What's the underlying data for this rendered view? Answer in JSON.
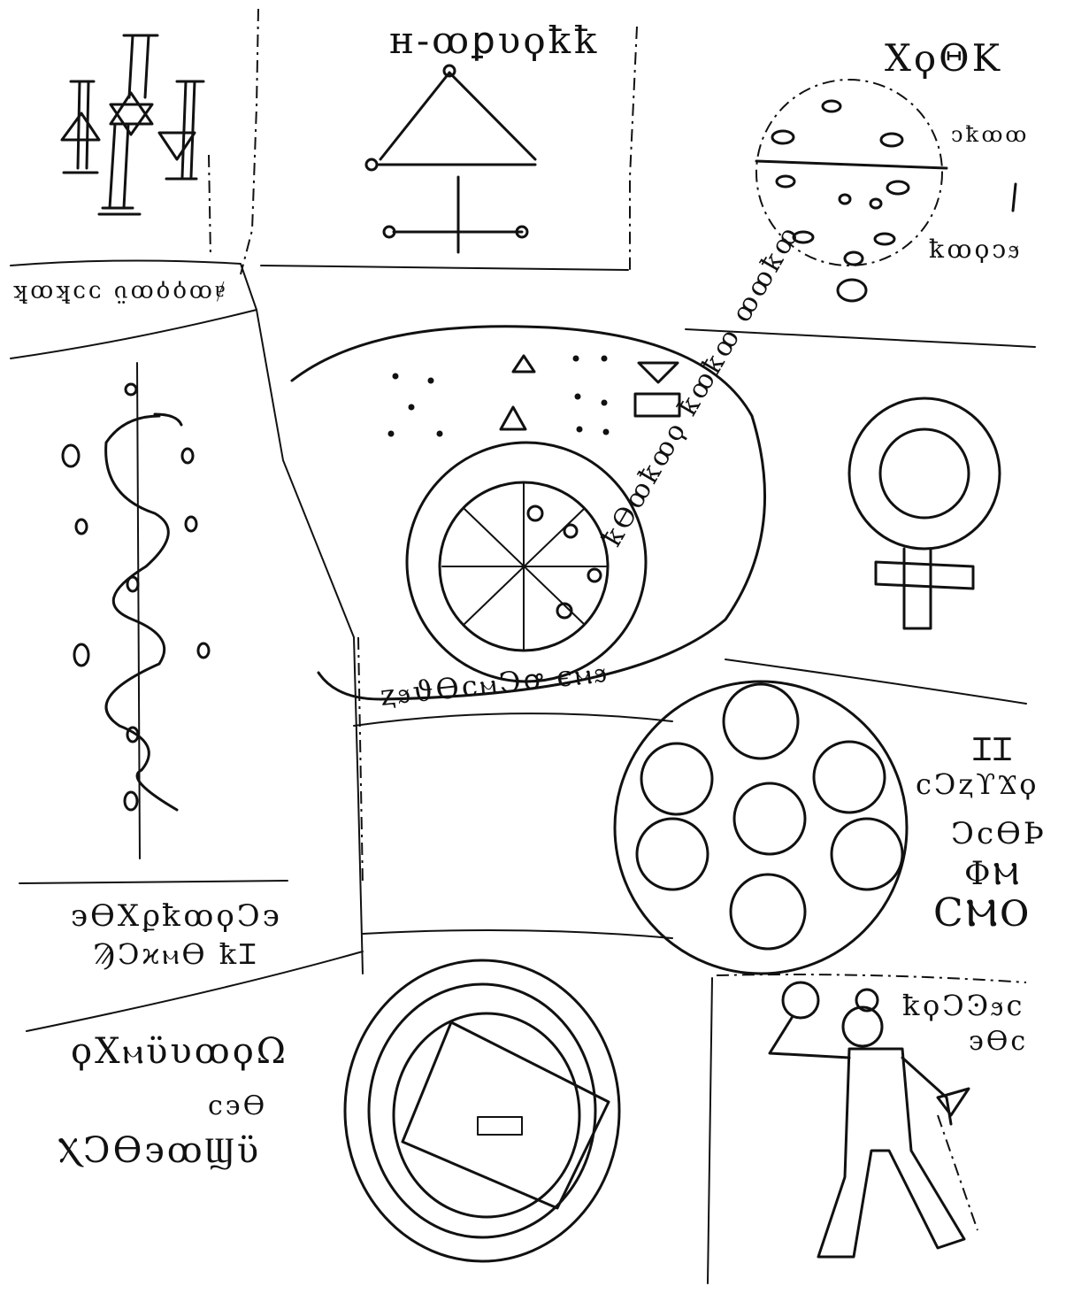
{
  "document": {
    "labels": {
      "top_center": "ʜ-ꝏꝑυϙꝁꝁ",
      "top_right": "ΧϙΘΚ",
      "right_small_1": "ↄꝁꝏꝏ",
      "right_small_2": "ꝁꝏϙↄϧ",
      "left_band": "ⱥꝏϙϙꝏϋ ↄↄꝁꝏꝁ",
      "oval_arc": "ꝁϴꝏꝁꝏϙ ꝁꝏꝁꝏ ꝏꝏꝁꝏ",
      "oval_bottom": "ⱬϧϑϴϲⲙϽꝍ ϵⲙϧ",
      "right_col_1": "ꞮꞮ",
      "right_col_2": "ϲϽⱬϒϪϙ",
      "right_col_3": "ϽϲϴϷ",
      "right_col_4": "ΦⲘ",
      "right_col_5": "ϹⲘⲞ",
      "left_lower_1": "϶ϴΧϼꝁꝏϙϽ϶",
      "left_lower_2": "ϠϽϰⲙϴ ꝁꞮ",
      "bottom_left_1": "ϙΧⲙϋυꝏϙΩ",
      "bottom_left_2": "ϲ϶ϴ",
      "bottom_left_3": "ⲬϽϴ϶ꝏϢϋ",
      "bottom_right_1": "ꝁϙϽϿϧϲ",
      "bottom_right_2": "϶ϴϲ"
    }
  }
}
